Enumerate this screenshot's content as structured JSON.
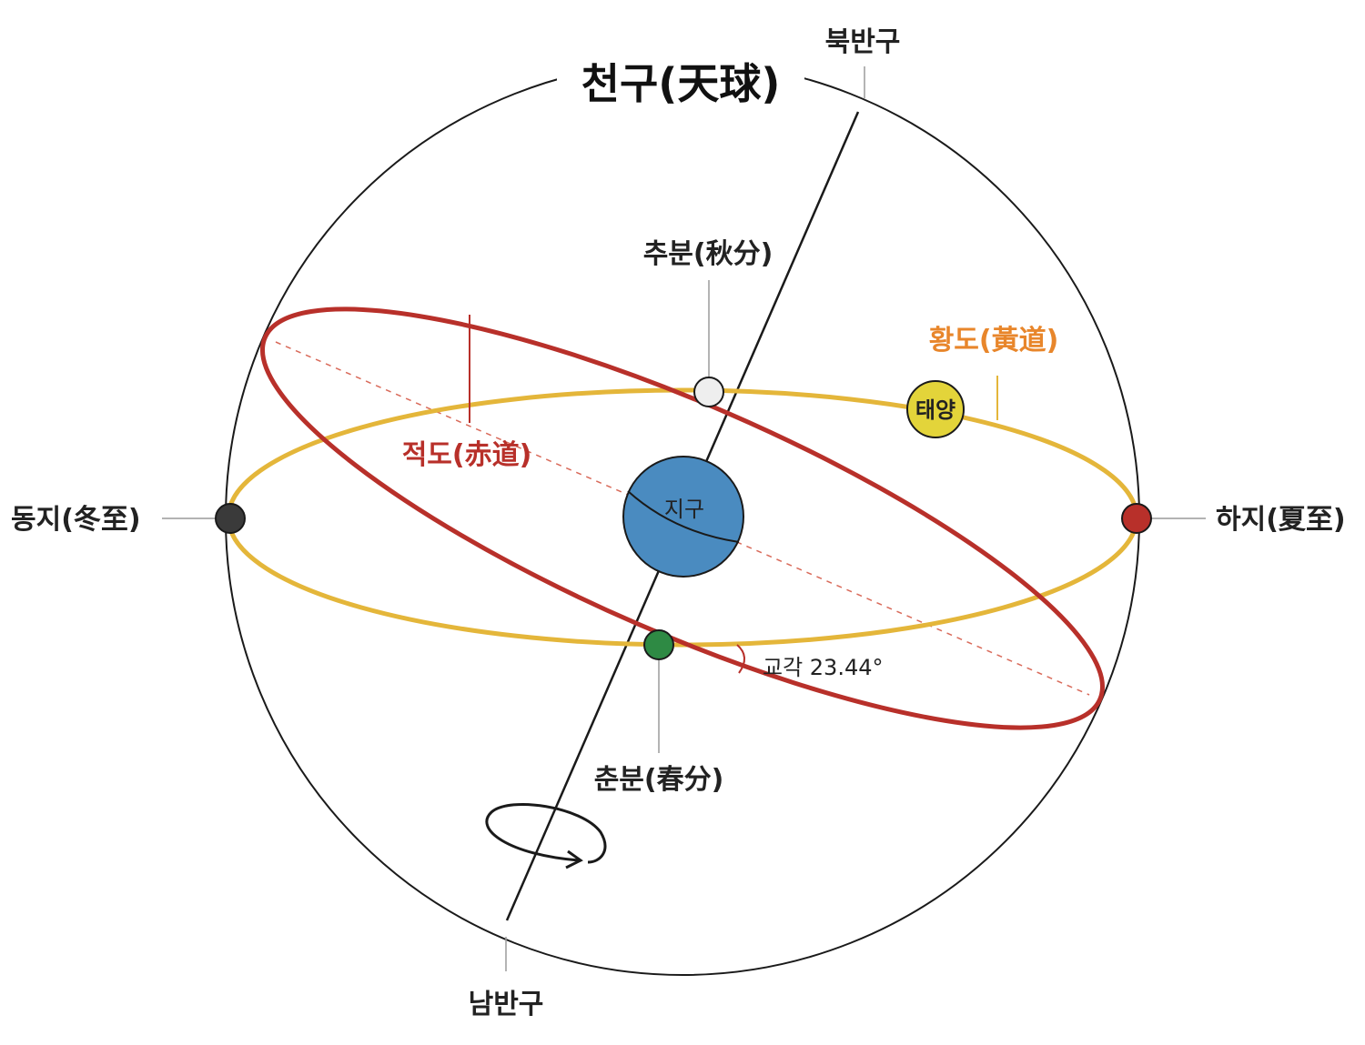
{
  "title": "천구(天球)",
  "labels": {
    "north": "북반구",
    "south": "남반구",
    "autumn": "추분(秋分)",
    "spring": "춘분(春分)",
    "winter": "동지(冬至)",
    "summer": "하지(夏至)",
    "ecliptic": "황도(黃道)",
    "equator": "적도(赤道)",
    "sun": "태양",
    "earth": "지구",
    "angle": "교각 23.44°"
  },
  "colors": {
    "sphere": "#1a1a1a",
    "ecliptic": "#e4b63a",
    "ecliptic_label": "#e8862b",
    "equator": "#b8302a",
    "equator_label": "#b8302a",
    "earth": "#4a8bc0",
    "sun": "#e3d43a",
    "autumn_point": "#eeeeee",
    "spring_point": "#2e8a44",
    "winter_point": "#3a3a3a",
    "summer_point": "#b8302a"
  }
}
